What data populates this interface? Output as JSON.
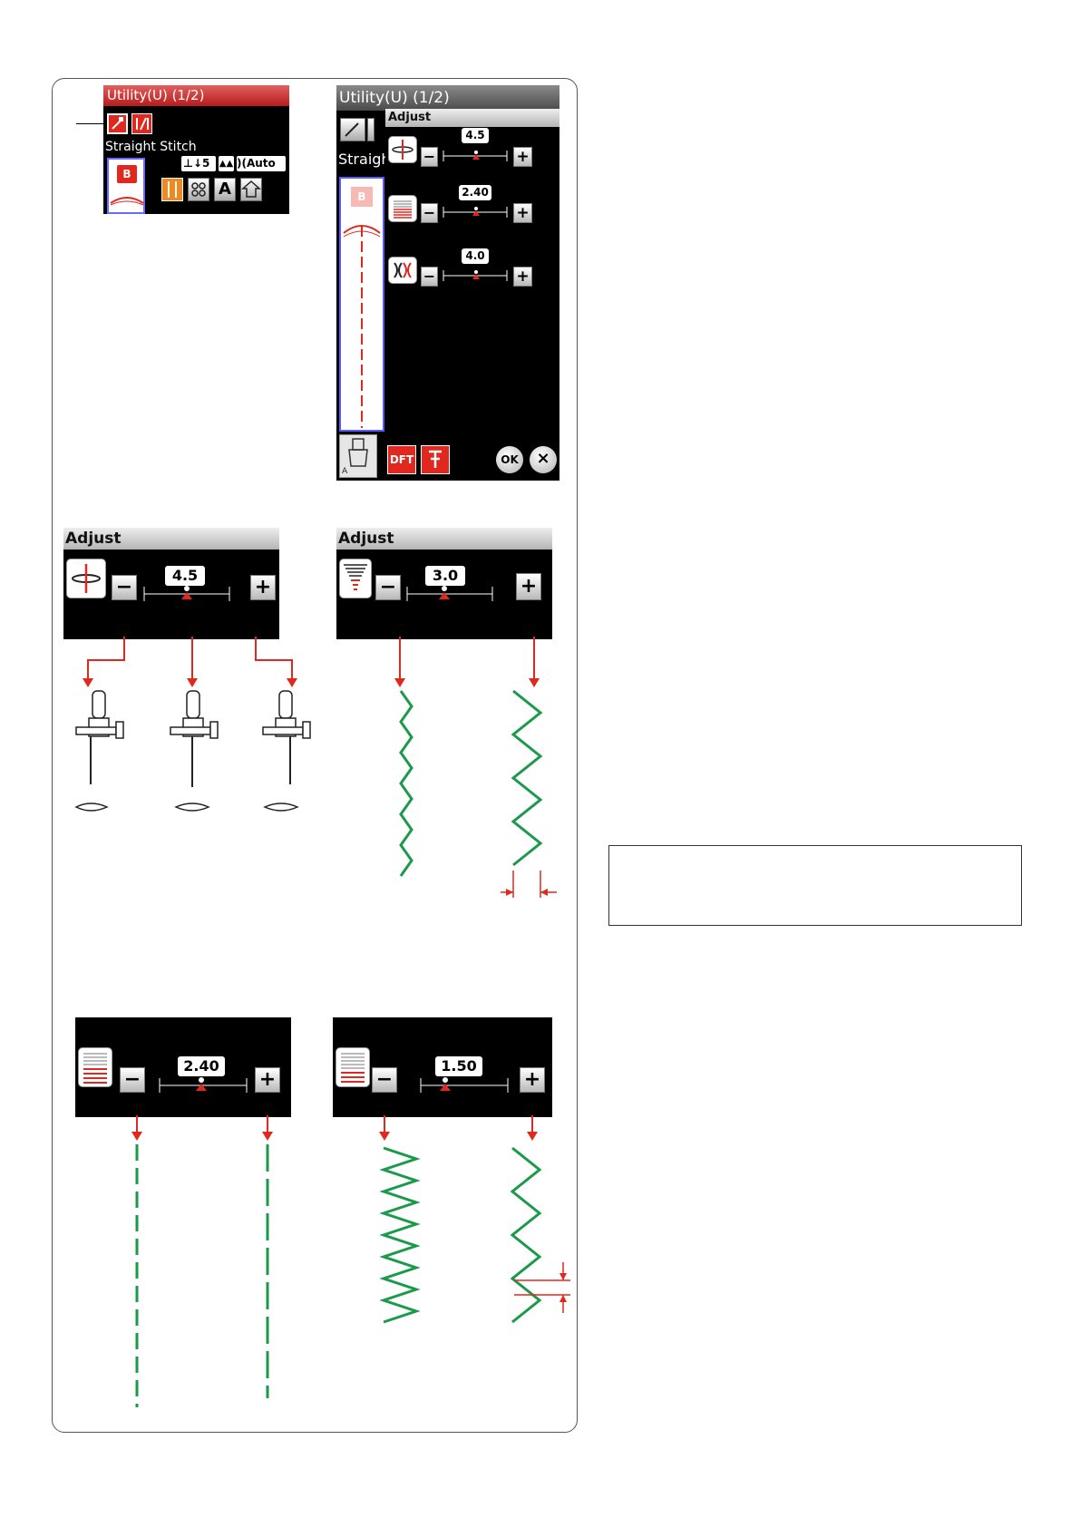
{
  "screen1": {
    "title": "Utility(U) (1/2)",
    "pattern_name": "Straight Stitch",
    "presser_foot": "5",
    "thread_mode": "Auto",
    "pattern_badge": "B",
    "letter_button": "A"
  },
  "screen2": {
    "title": "Utility(U) (1/2)",
    "pattern_name_partial": "Straigh",
    "panel_title": "Adjust",
    "needle_position": "4.5",
    "stitch_length": "2.40",
    "thread_tension": "4.0",
    "pattern_badge": "B",
    "foot_label": "A",
    "dft_label": "DFT",
    "ok_label": "OK",
    "close_label": "×"
  },
  "needle_panel": {
    "title": "Adjust",
    "value": "4.5"
  },
  "width_panel": {
    "title": "Adjust",
    "value": "3.0"
  },
  "length_panel_straight": {
    "value": "2.40"
  },
  "length_panel_zigzag": {
    "value": "1.50"
  },
  "control_labels": {
    "minus": "−",
    "plus": "+"
  },
  "colors": {
    "accent_red": "#e0281e",
    "stitch_green": "#1a9a4a",
    "titlebar_red": "#b71c1c"
  }
}
